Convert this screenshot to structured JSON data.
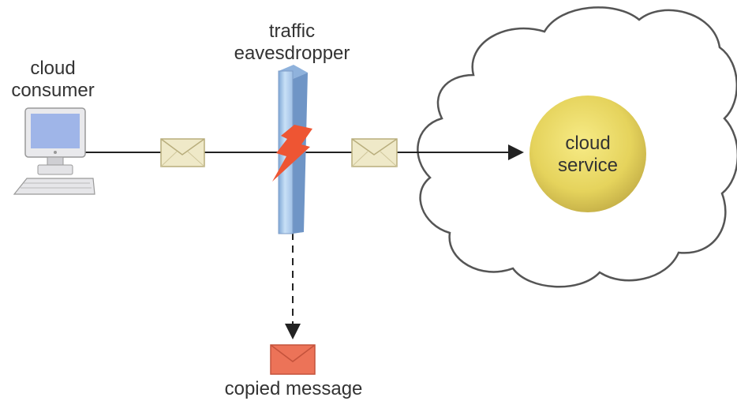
{
  "labels": {
    "cloud_consumer": [
      "cloud",
      "consumer"
    ],
    "traffic_eavesdropper": [
      "traffic",
      "eavesdropper"
    ],
    "cloud_service": [
      "cloud",
      "service"
    ],
    "copied_message": "copied message"
  },
  "icons": {
    "consumer": "desktop-computer-icon",
    "message": "envelope-icon",
    "eavesdropper": "vertical-bar-icon",
    "attack": "lightning-bolt-icon",
    "cloud": "cloud-outline-icon"
  },
  "colors": {
    "bar": "#b9d6f2",
    "bolt": "#ee5533",
    "envelope": "#efe9c8",
    "copied_envelope": "#ec7358",
    "service": "#e7d45c"
  }
}
